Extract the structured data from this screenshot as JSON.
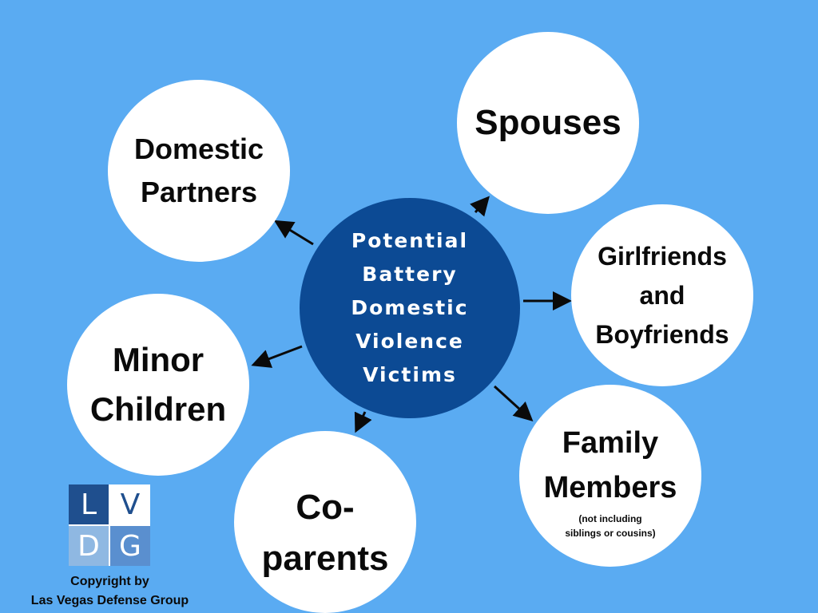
{
  "center": {
    "label": "Potential\nBattery\nDomestic\nViolence\nVictims"
  },
  "nodes": {
    "domestic_partners": {
      "label": "Domestic\nPartners"
    },
    "spouses": {
      "label": "Spouses"
    },
    "girlfriends_boyfriends": {
      "label": "Girlfriends\nand\nBoyfriends"
    },
    "family_members": {
      "label": "Family\nMembers",
      "note": "(not including\nsiblings or cousins)"
    },
    "co_parents": {
      "label": "Co-\nparents"
    },
    "minor_children": {
      "label": "Minor\nChildren"
    }
  },
  "logo": {
    "tl": "L",
    "tr": "V",
    "bl": "D",
    "br": "G"
  },
  "copyright": {
    "line1": "Copyright by",
    "line2": "Las Vegas Defense Group"
  },
  "colors": {
    "background": "#5aabf2",
    "center_fill": "#0c4a94",
    "bubble_fill": "#ffffff",
    "arrow": "#0a0a0a"
  }
}
